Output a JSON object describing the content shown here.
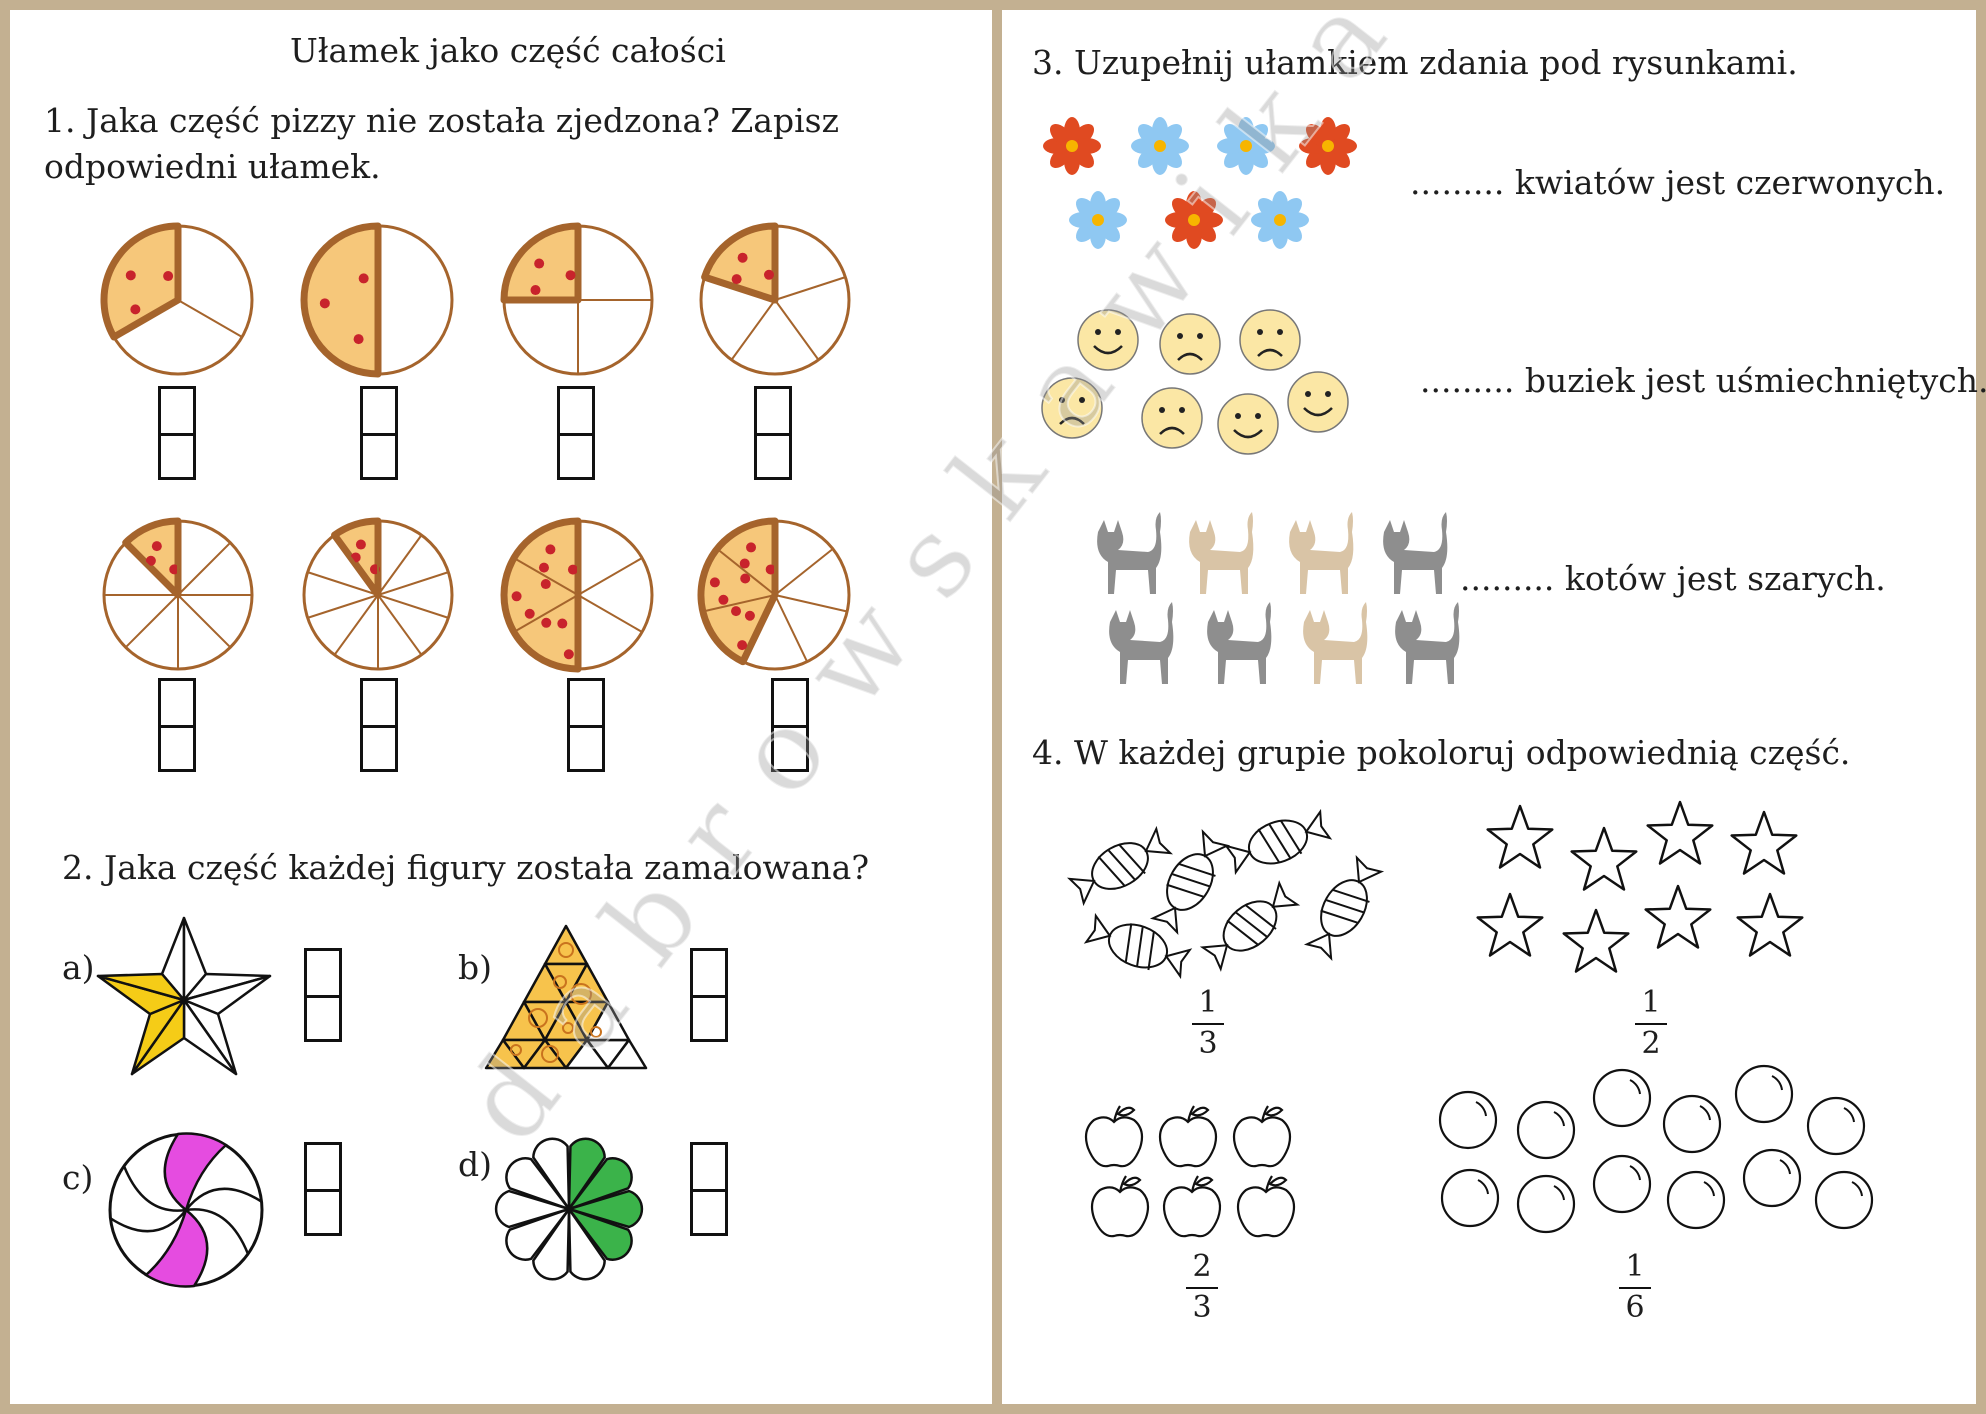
{
  "colors": {
    "border": "#c3b091",
    "pizza_crust": "#a5642c",
    "cheese": "#f6c77a",
    "pepperoni": "#c8232c",
    "basil": "#3aa135",
    "star_fill": "#f5cc17",
    "cheese_fill": "#f7c34c",
    "swirl_fill": "#e54ce0",
    "petal_fill": "#3bb34a",
    "flower_red": "#e04a21",
    "flower_blue": "#8fc8f2",
    "face": "#fbe7a5",
    "cat_grey": "#8e8e8e",
    "cat_beige": "#d9c4a6"
  },
  "left": {
    "title": "Ułamek jako część całości",
    "q1": {
      "text_line1": "1. Jaka część pizzy nie została zjedzona? Zapisz",
      "text_line2": "odpowiedni ułamek.",
      "pizzas": [
        {
          "slices": 3,
          "eaten": 2
        },
        {
          "slices": 2,
          "eaten": 1
        },
        {
          "slices": 4,
          "eaten": 3
        },
        {
          "slices": 5,
          "eaten": 4
        },
        {
          "slices": 8,
          "eaten": 7
        },
        {
          "slices": 10,
          "eaten": 9
        },
        {
          "slices": 6,
          "eaten": 3
        },
        {
          "slices": 7,
          "eaten": 4
        }
      ]
    },
    "q2": {
      "text": "2. Jaka część każdej figury została zamalowana?",
      "label_a": "a)",
      "label_b": "b)",
      "label_c": "c)",
      "label_d": "d)"
    }
  },
  "right": {
    "q3": {
      "text": "3. Uzupełnij ułamkiem zdania pod rysunkami.",
      "flowers": [
        "red",
        "blue",
        "blue",
        "red",
        "blue",
        "red",
        "blue"
      ],
      "flowers_sentence": "......... kwiatów jest czerwonych.",
      "faces": [
        "happy",
        "sad",
        "sad",
        "sad",
        "sad",
        "happy",
        "happy"
      ],
      "faces_sentence": "......... buziek jest uśmiechniętych.",
      "cats": [
        "grey",
        "beige",
        "beige",
        "grey",
        "grey",
        "grey",
        "beige",
        "grey"
      ],
      "cats_sentence": "......... kotów jest szarych."
    },
    "q4": {
      "text": "4. W każdej grupie pokoloruj odpowiednią część.",
      "candies": {
        "num": "1",
        "den": "3"
      },
      "stars": {
        "num": "1",
        "den": "2"
      },
      "apples": {
        "num": "2",
        "den": "3"
      },
      "bubbles": {
        "num": "1",
        "den": "6"
      }
    }
  },
  "watermark": "dabrowskawika"
}
